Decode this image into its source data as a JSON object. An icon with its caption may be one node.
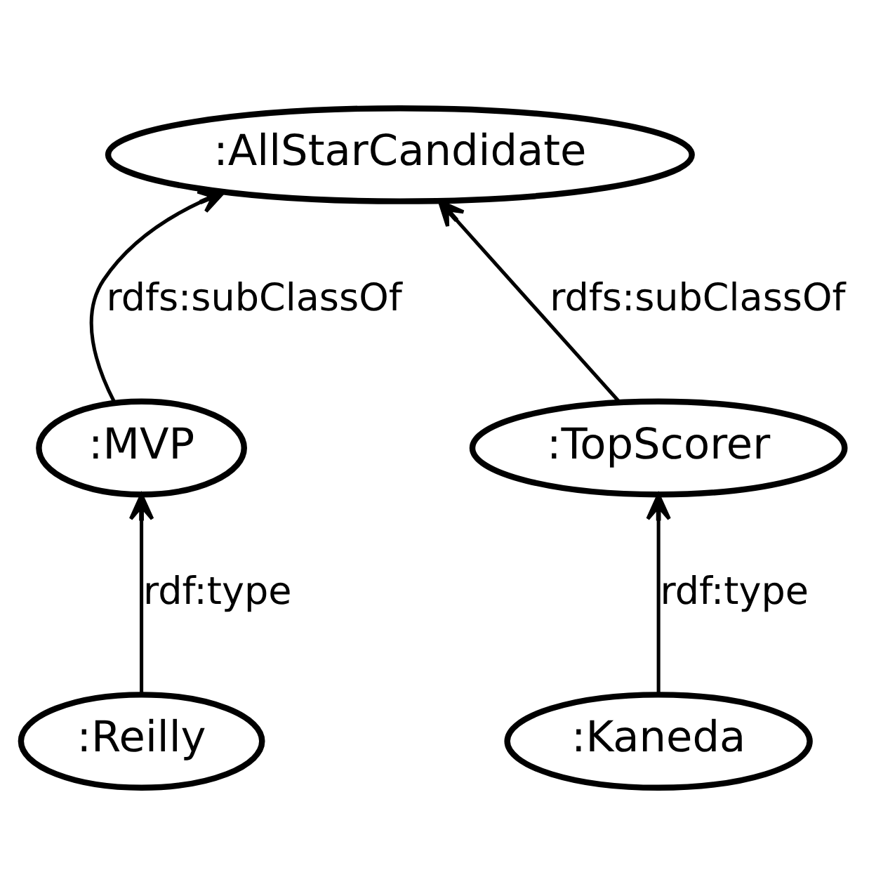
{
  "diagram": {
    "nodes": [
      {
        "text": [
          ":AllStarCandidate"
        ]
      },
      {
        "text": [
          ":MVP"
        ]
      },
      {
        "text": [
          ":TopScorer"
        ]
      },
      {
        "text": [
          ":Reilly"
        ]
      },
      {
        "text": [
          ":Kaneda"
        ]
      }
    ],
    "edges": [
      {
        "from": 1,
        "to": 0,
        "arrow": "to",
        "label": "rdfs:subClassOf"
      },
      {
        "from": 2,
        "to": 0,
        "arrow": "to",
        "label": "rdfs:subClassOf"
      },
      {
        "from": 3,
        "to": 1,
        "arrow": "to",
        "label": "rdf:type"
      },
      {
        "from": 4,
        "to": 2,
        "arrow": "to",
        "label": "rdf:type"
      }
    ]
  }
}
